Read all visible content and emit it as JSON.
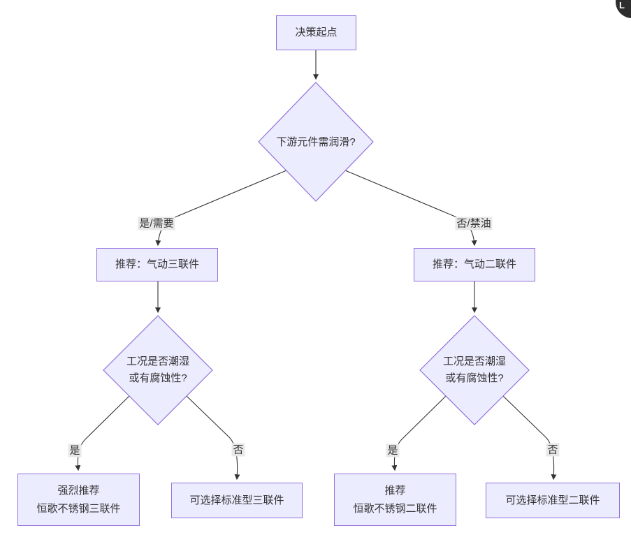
{
  "theme": {
    "background": "#ffffff",
    "node_fill": "#ECECFF",
    "node_border": "#9370DB",
    "edge_line_color": "#333333",
    "text_color": "#333333",
    "edge_label_bg": "#e8e8e8",
    "corner_button_bg": "#2e2e2e"
  },
  "flowchart": {
    "type": "decision-tree",
    "direction": "top-down",
    "nodes": {
      "start": {
        "shape": "rect",
        "label": "决策起点"
      },
      "q_lubrication": {
        "shape": "diamond",
        "label": "下游元件需润滑?"
      },
      "rec_frl3": {
        "shape": "rect",
        "label": "推荐：气动三联件"
      },
      "rec_frl2": {
        "shape": "rect",
        "label": "推荐：气动二联件"
      },
      "q_wet_left": {
        "shape": "diamond",
        "line1": "工况是否潮湿",
        "line2": "或有腐蚀性?"
      },
      "q_wet_right": {
        "shape": "diamond",
        "line1": "工况是否潮湿",
        "line2": "或有腐蚀性?"
      },
      "strong_ss3": {
        "shape": "rect",
        "line1": "强烈推荐",
        "line2": "恒歌不锈钢三联件"
      },
      "std3": {
        "shape": "rect",
        "label": "可选择标准型三联件"
      },
      "rec_ss2": {
        "shape": "rect",
        "line1": "推荐",
        "line2": "恒歌不锈钢二联件"
      },
      "std2": {
        "shape": "rect",
        "label": "可选择标准型二联件"
      }
    },
    "edges": [
      {
        "from": "start",
        "to": "q_lubrication",
        "label": ""
      },
      {
        "from": "q_lubrication",
        "to": "rec_frl3",
        "label": "是/需要"
      },
      {
        "from": "q_lubrication",
        "to": "rec_frl2",
        "label": "否/禁油"
      },
      {
        "from": "rec_frl3",
        "to": "q_wet_left",
        "label": ""
      },
      {
        "from": "rec_frl2",
        "to": "q_wet_right",
        "label": ""
      },
      {
        "from": "q_wet_left",
        "to": "strong_ss3",
        "label": "是"
      },
      {
        "from": "q_wet_left",
        "to": "std3",
        "label": "否"
      },
      {
        "from": "q_wet_right",
        "to": "rec_ss2",
        "label": "是"
      },
      {
        "from": "q_wet_right",
        "to": "std2",
        "label": "否"
      }
    ]
  },
  "corner_button": {
    "glyph": "L"
  }
}
